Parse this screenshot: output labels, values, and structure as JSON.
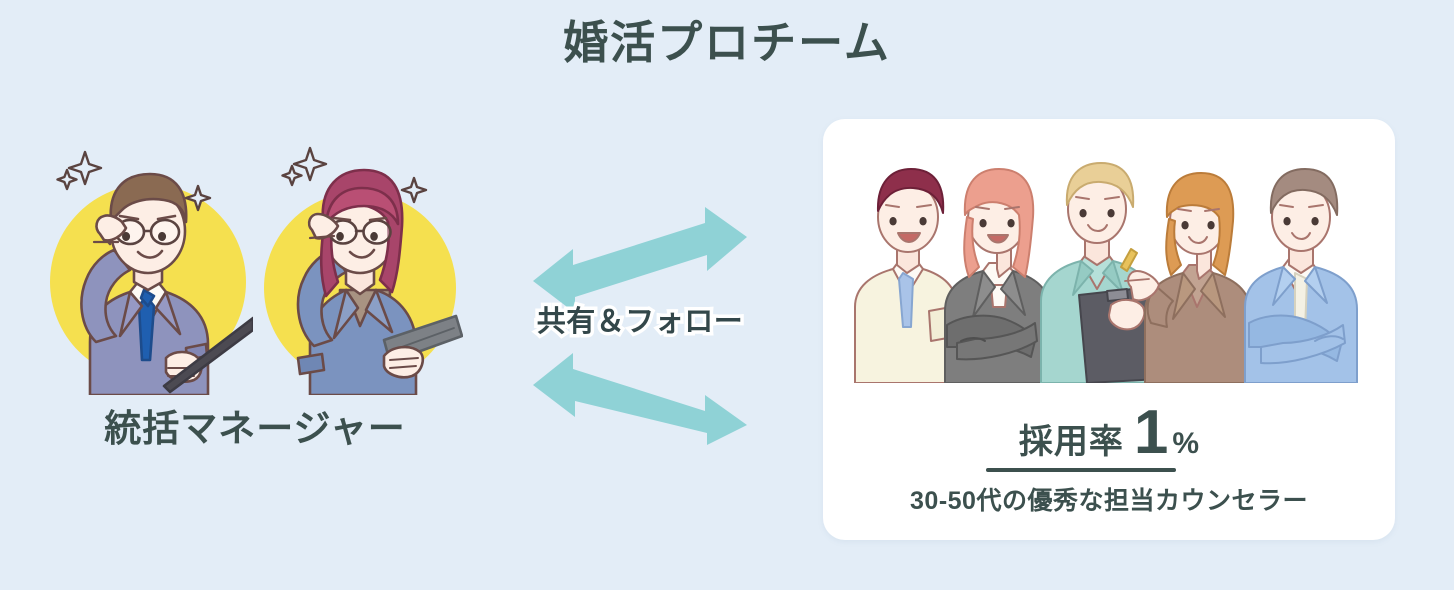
{
  "page": {
    "title": "婚活プロチーム",
    "background_color": "#e3edf7",
    "text_color": "#3c504e"
  },
  "managers": {
    "label": "統括マネージャー",
    "accent_circle_color": "#f5e04f",
    "figures": [
      {
        "name": "male-manager",
        "hair_color": "#8a6a52",
        "suit_color": "#8e93bd",
        "tie_color": "#1f5fb0",
        "prop": "clipboard",
        "sparkles": 3
      },
      {
        "name": "female-manager",
        "hair_color": "#a8456a",
        "suit_color": "#7b93bf",
        "inner_color": "#a89382",
        "prop": "tablet",
        "sparkles": 3
      }
    ]
  },
  "exchange": {
    "label": "共有＆フォロー",
    "arrow_color": "#8fd2d6",
    "arrow_count": 2,
    "arrows": [
      {
        "name": "arrow-top",
        "direction": "double",
        "tilt": "up-right"
      },
      {
        "name": "arrow-bottom",
        "direction": "double",
        "tilt": "down-right"
      }
    ]
  },
  "counselor_card": {
    "background_color": "#ffffff",
    "stat": {
      "label": "採用率",
      "value": "1",
      "unit": "%"
    },
    "caption": "30-50代の優秀な担当カウンセラー",
    "people": [
      {
        "name": "counselor-1",
        "hair_color": "#8e2f4b",
        "top_color": "#f7f3df",
        "tie_color": "#a9c3e8",
        "pose": "standing"
      },
      {
        "name": "counselor-2",
        "hair_color": "#ec9f8e",
        "top_color": "#7e7e7e",
        "pose": "arms-crossed"
      },
      {
        "name": "counselor-3",
        "hair_color": "#e9cf97",
        "top_color": "#a5d6cf",
        "pose": "holding-clipboard"
      },
      {
        "name": "counselor-4",
        "hair_color": "#dd9b54",
        "top_color": "#ad8d7c",
        "pose": "pointing"
      },
      {
        "name": "counselor-5",
        "hair_color": "#a48b80",
        "top_color": "#a3c2e8",
        "tie_color": "#f4f1e4",
        "pose": "arms-crossed"
      }
    ]
  }
}
